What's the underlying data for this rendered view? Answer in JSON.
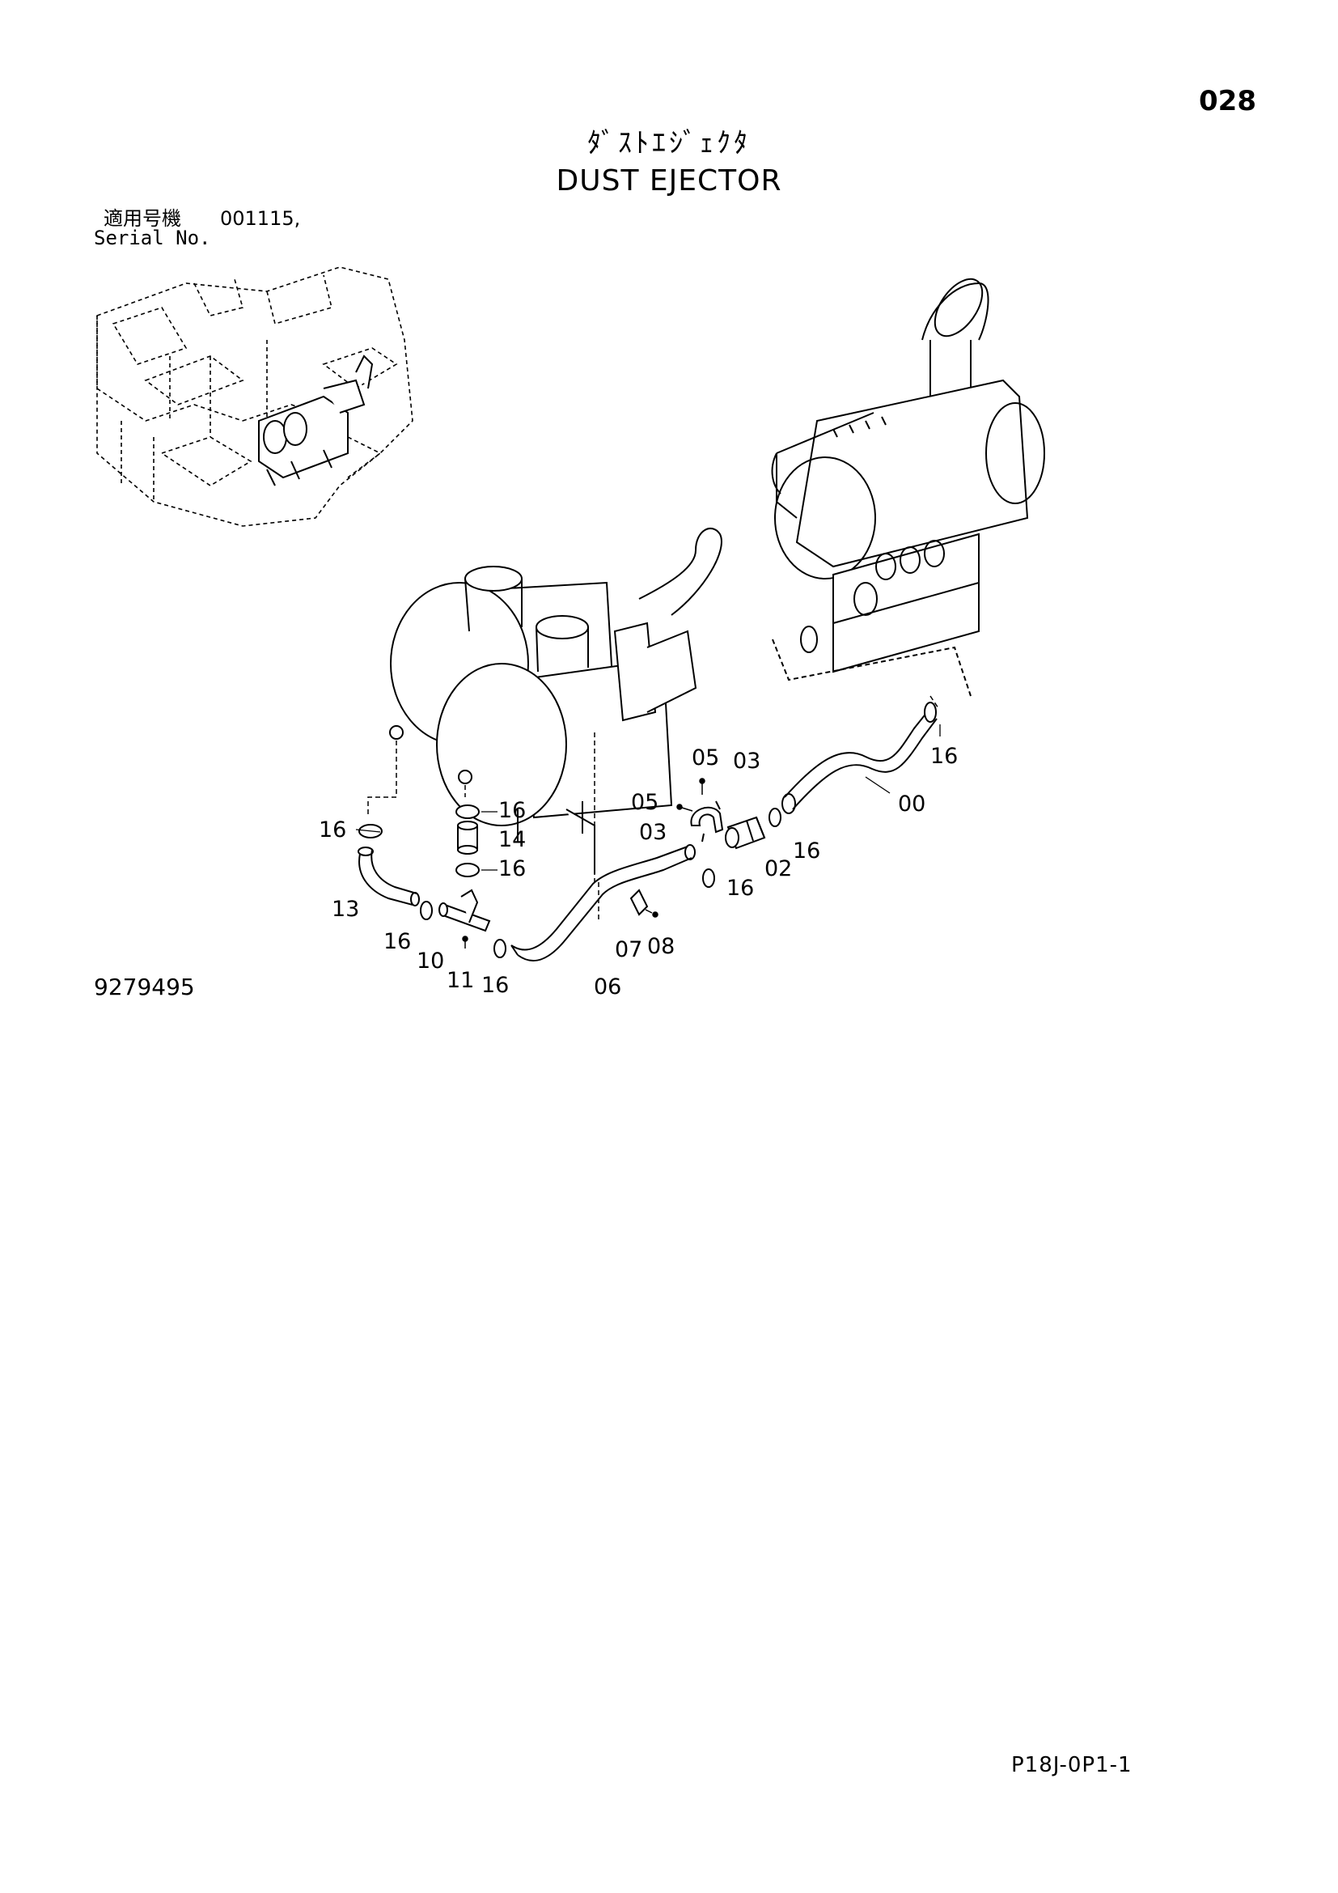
{
  "header": {
    "page_number": "028",
    "title_jp": "ﾀﾞｽﾄｴｼﾞｪｸﾀ",
    "title_en": "DUST EJECTOR"
  },
  "serial": {
    "label_jp": "適用号機",
    "value": "001115,",
    "label_en": "Serial No."
  },
  "drawing_number": "9279495",
  "footer_code": "P18J-0P1-1",
  "callouts": {
    "c00": "00",
    "c02": "02",
    "c03a": "03",
    "c03b": "03",
    "c05a": "05",
    "c05b": "05",
    "c06": "06",
    "c07": "07",
    "c08": "08",
    "c10": "10",
    "c11": "11",
    "c13": "13",
    "c14": "14",
    "c16a": "16",
    "c16b": "16",
    "c16c": "16",
    "c16d": "16",
    "c16e": "16",
    "c16f": "16",
    "c16g": "16",
    "c16h": "16"
  }
}
